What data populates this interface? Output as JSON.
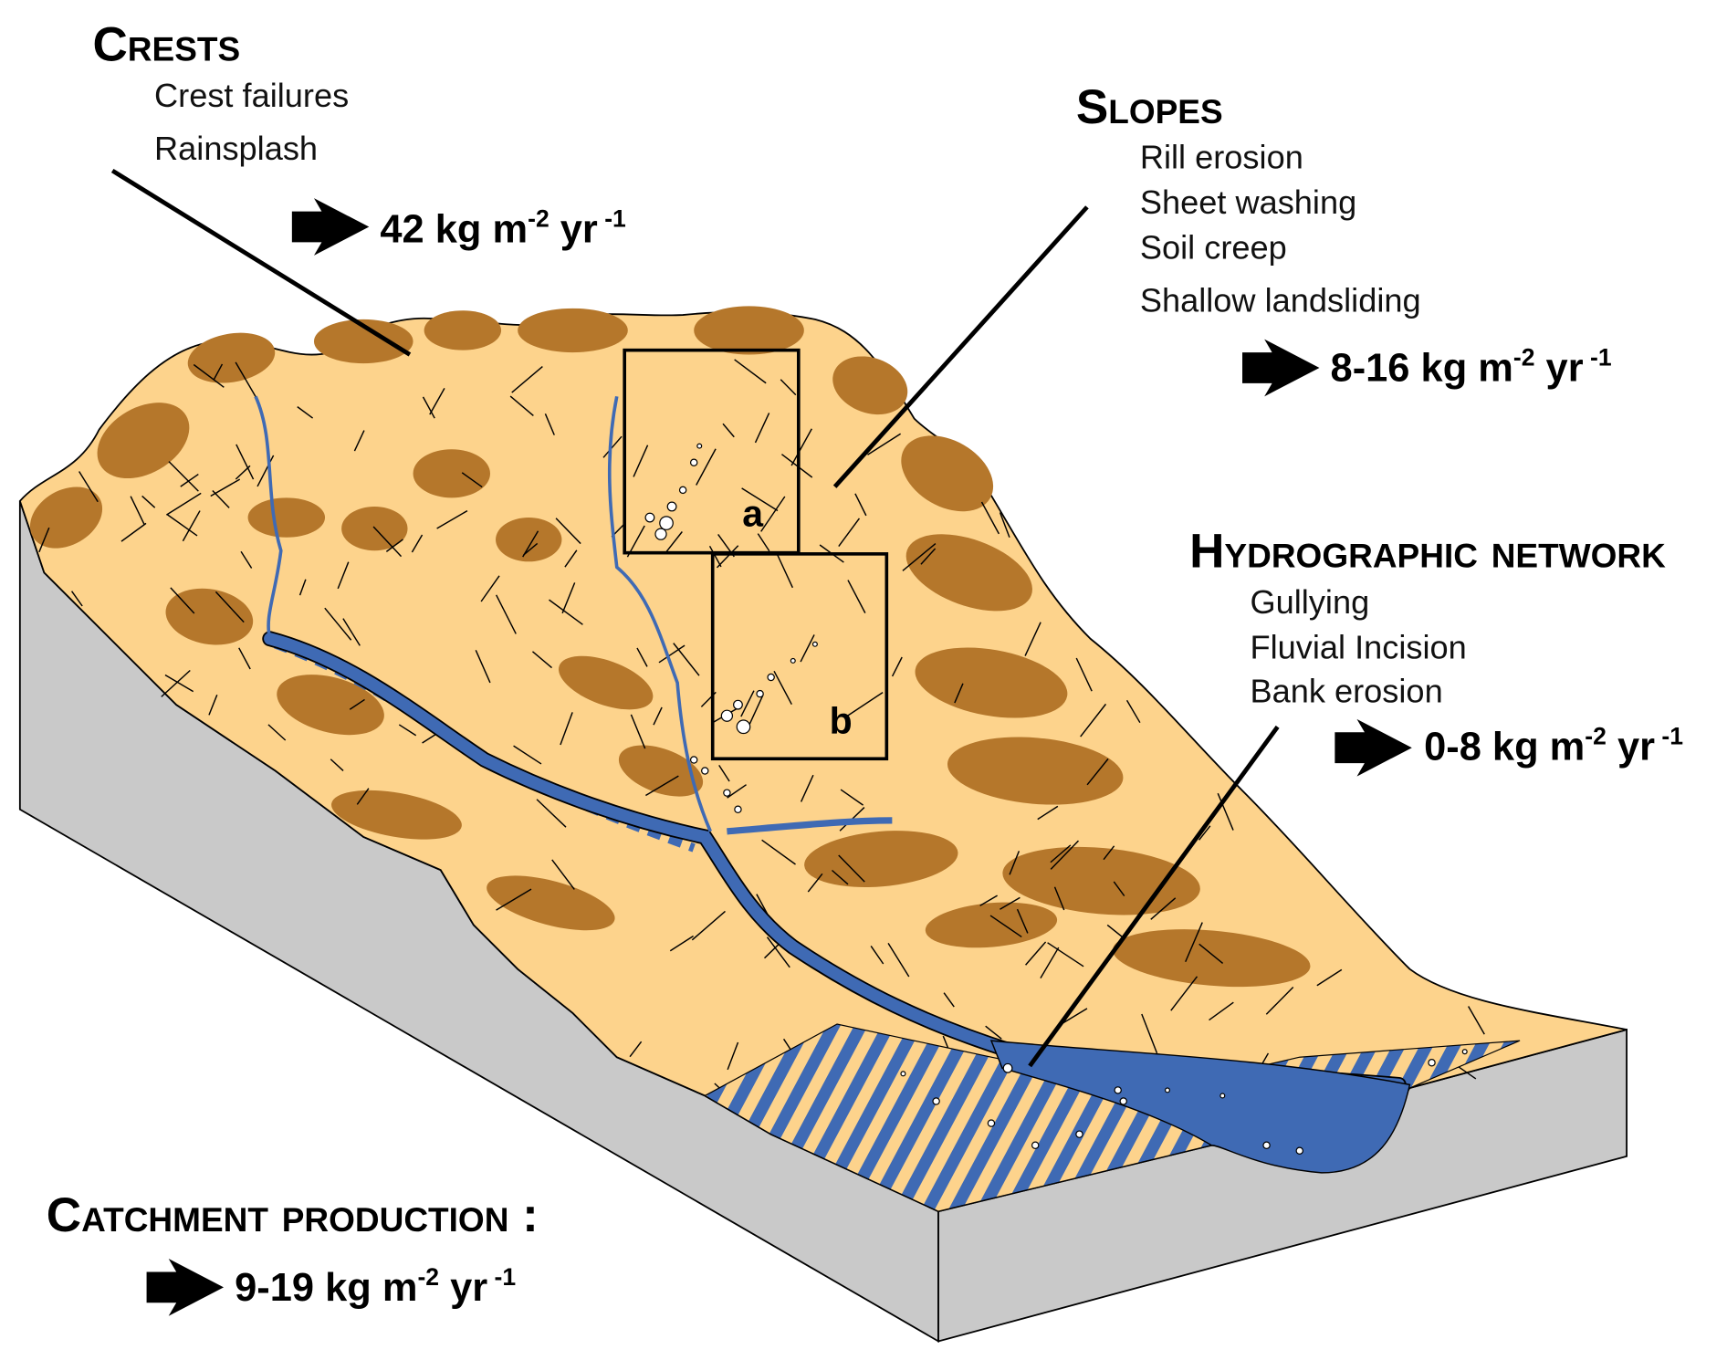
{
  "colors": {
    "tan": "#FDD38C",
    "brown": "#B5772B",
    "river": "#3F6AB4",
    "gray": "#C9C9C9",
    "outline": "#000000"
  },
  "crests": {
    "title": "Crests",
    "items": [
      "Crest failures",
      "Rainsplash"
    ],
    "rate": {
      "value": "42",
      "unit": "kg m",
      "exp1": "-2",
      "mid": " yr",
      "exp2": " -1"
    },
    "icon": "arrow-right-icon"
  },
  "slopes": {
    "title": "Slopes",
    "items": [
      "Rill erosion",
      "Sheet washing",
      "Soil creep",
      "Shallow landsliding"
    ],
    "rate": {
      "value": "8-16",
      "unit": "kg m",
      "exp1": "-2",
      "mid": " yr",
      "exp2": " -1"
    },
    "icon": "arrow-right-icon"
  },
  "hydro": {
    "title": "Hydrographic network",
    "items": [
      "Gullying",
      "Fluvial Incision",
      "Bank erosion"
    ],
    "rate": {
      "value": "0-8",
      "unit": "kg m",
      "exp1": "-2",
      "mid": " yr",
      "exp2": " -1"
    },
    "icon": "arrow-right-icon"
  },
  "catchment": {
    "title": "Catchment production :",
    "rate": {
      "value": "9-19",
      "unit": "kg m",
      "exp1": "-2",
      "mid": " yr",
      "exp2": " -1"
    },
    "icon": "arrow-right-icon"
  },
  "insets": {
    "a": "a",
    "b": "b"
  }
}
